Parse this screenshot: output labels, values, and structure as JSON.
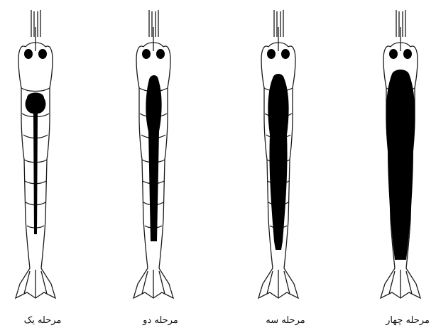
{
  "figure": {
    "stages": [
      {
        "label": "مرحله یک",
        "ovary_size": "small"
      },
      {
        "label": "مرحله دو",
        "ovary_size": "medium"
      },
      {
        "label": "مرحله سه",
        "ovary_size": "large"
      },
      {
        "label": "مرحله چهار",
        "ovary_size": "full"
      }
    ]
  },
  "colors": {
    "outline": "#1a1a1a",
    "ovary": "#000000",
    "background": "#ffffff"
  }
}
